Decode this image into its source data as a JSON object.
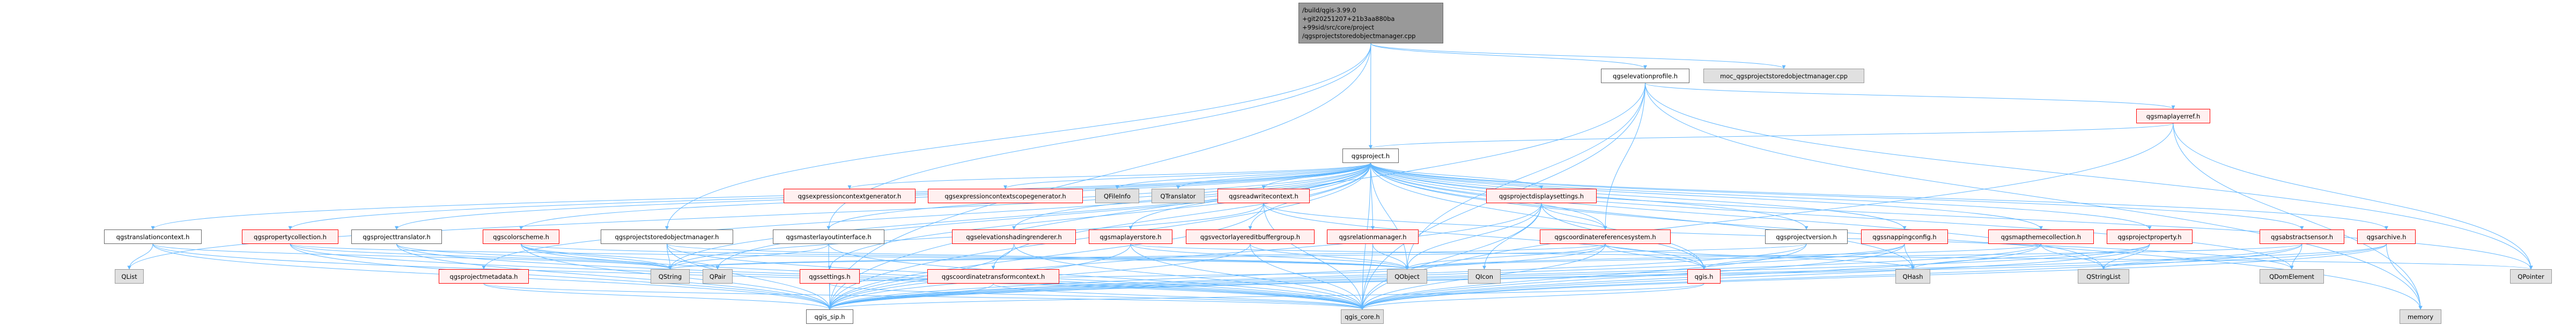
{
  "graph": {
    "edge_color": "#63b8ff",
    "nodes": [
      {
        "id": "main",
        "label": "/build/qgis-3.99.0\n+git20251207+21b3aa880ba\n+99sid/src/core/project\n/qgsprojectstoredobjectmanager.cpp",
        "kind": "main"
      },
      {
        "id": "elevprof",
        "label": "qgselevationprofile.h",
        "kind": "white"
      },
      {
        "id": "moc",
        "label": "moc_qgsprojectstoredobjectmanager.cpp",
        "kind": "gray"
      },
      {
        "id": "mlref",
        "label": "qgsmaplayerref.h",
        "kind": "red"
      },
      {
        "id": "project",
        "label": "qgsproject.h",
        "kind": "white"
      },
      {
        "id": "ecg",
        "label": "qgsexpressioncontextgenerator.h",
        "kind": "red"
      },
      {
        "id": "ecsg",
        "label": "qgsexpressioncontextscopegenerator.h",
        "kind": "red"
      },
      {
        "id": "qfileinfo",
        "label": "QFileInfo",
        "kind": "gray"
      },
      {
        "id": "qtranslator",
        "label": "QTranslator",
        "kind": "gray"
      },
      {
        "id": "rwctx",
        "label": "qgsreadwritecontext.h",
        "kind": "red"
      },
      {
        "id": "dispset",
        "label": "qgsprojectdisplaysettings.h",
        "kind": "red"
      },
      {
        "id": "transctx",
        "label": "qgstranslationcontext.h",
        "kind": "white"
      },
      {
        "id": "propcoll",
        "label": "qgspropertycollection.h",
        "kind": "red"
      },
      {
        "id": "projtrans",
        "label": "qgsprojecttranslator.h",
        "kind": "white"
      },
      {
        "id": "colorscheme",
        "label": "qgscolorscheme.h",
        "kind": "red"
      },
      {
        "id": "psom",
        "label": "qgsprojectstoredobjectmanager.h",
        "kind": "white"
      },
      {
        "id": "masterlayout",
        "label": "qgsmasterlayoutinterface.h",
        "kind": "white"
      },
      {
        "id": "elevshade",
        "label": "qgselevationshadingrenderer.h",
        "kind": "red"
      },
      {
        "id": "mlstore",
        "label": "qgsmaplayerstore.h",
        "kind": "red"
      },
      {
        "id": "vleb",
        "label": "qgsvectorlayereditbuffergroup.h",
        "kind": "red"
      },
      {
        "id": "relmgr",
        "label": "qgsrelationmanager.h",
        "kind": "red"
      },
      {
        "id": "crs",
        "label": "qgscoordinatereferencesystem.h",
        "kind": "red"
      },
      {
        "id": "projver",
        "label": "qgsprojectversion.h",
        "kind": "white"
      },
      {
        "id": "snapcfg",
        "label": "qgssnappingconfig.h",
        "kind": "red"
      },
      {
        "id": "mapthemes",
        "label": "qgsmapthemecollection.h",
        "kind": "red"
      },
      {
        "id": "projprop",
        "label": "qgsprojectproperty.h",
        "kind": "red"
      },
      {
        "id": "sensor",
        "label": "qgsabstractsensor.h",
        "kind": "red"
      },
      {
        "id": "archive",
        "label": "qgsarchive.h",
        "kind": "red"
      },
      {
        "id": "qlist",
        "label": "QList",
        "kind": "gray"
      },
      {
        "id": "projmeta",
        "label": "qgsprojectmetadata.h",
        "kind": "red"
      },
      {
        "id": "qstring",
        "label": "QString",
        "kind": "gray"
      },
      {
        "id": "qpair",
        "label": "QPair",
        "kind": "gray"
      },
      {
        "id": "settings",
        "label": "qgssettings.h",
        "kind": "red"
      },
      {
        "id": "ctc",
        "label": "qgscoordinatetransformcontext.h",
        "kind": "red"
      },
      {
        "id": "qobject",
        "label": "QObject",
        "kind": "gray"
      },
      {
        "id": "qicon",
        "label": "QIcon",
        "kind": "gray"
      },
      {
        "id": "qgis",
        "label": "qgis.h",
        "kind": "red"
      },
      {
        "id": "qhash",
        "label": "QHash",
        "kind": "gray"
      },
      {
        "id": "qstringlist",
        "label": "QStringList",
        "kind": "gray"
      },
      {
        "id": "qdomelement",
        "label": "QDomElement",
        "kind": "gray"
      },
      {
        "id": "qpointer",
        "label": "QPointer",
        "kind": "gray"
      },
      {
        "id": "sip",
        "label": "qgis_sip.h",
        "kind": "white"
      },
      {
        "id": "core",
        "label": "qgis_core.h",
        "kind": "gray"
      },
      {
        "id": "memory",
        "label": "memory",
        "kind": "gray"
      }
    ],
    "edges": [
      [
        "main",
        "project"
      ],
      [
        "main",
        "elevprof"
      ],
      [
        "main",
        "moc"
      ],
      [
        "main",
        "psom"
      ],
      [
        "main",
        "masterlayout"
      ],
      [
        "main",
        "sip"
      ],
      [
        "elevprof",
        "core"
      ],
      [
        "elevprof",
        "sip"
      ],
      [
        "elevprof",
        "mlref"
      ],
      [
        "elevprof",
        "qobject"
      ],
      [
        "elevprof",
        "crs"
      ],
      [
        "elevprof",
        "qpointer"
      ],
      [
        "elevprof",
        "memory"
      ],
      [
        "mlref",
        "project"
      ],
      [
        "mlref",
        "qpointer"
      ],
      [
        "mlref",
        "core"
      ],
      [
        "mlref",
        "memory"
      ],
      [
        "project",
        "ecg"
      ],
      [
        "project",
        "ecsg"
      ],
      [
        "project",
        "qfileinfo"
      ],
      [
        "project",
        "qtranslator"
      ],
      [
        "project",
        "rwctx"
      ],
      [
        "project",
        "dispset"
      ],
      [
        "project",
        "transctx"
      ],
      [
        "project",
        "propcoll"
      ],
      [
        "project",
        "projtrans"
      ],
      [
        "project",
        "colorscheme"
      ],
      [
        "project",
        "masterlayout"
      ],
      [
        "project",
        "elevshade"
      ],
      [
        "project",
        "mlstore"
      ],
      [
        "project",
        "vleb"
      ],
      [
        "project",
        "relmgr"
      ],
      [
        "project",
        "crs"
      ],
      [
        "project",
        "projver"
      ],
      [
        "project",
        "snapcfg"
      ],
      [
        "project",
        "mapthemes"
      ],
      [
        "project",
        "projprop"
      ],
      [
        "project",
        "sensor"
      ],
      [
        "project",
        "archive"
      ],
      [
        "project",
        "qlist"
      ],
      [
        "project",
        "projmeta"
      ],
      [
        "project",
        "settings"
      ],
      [
        "project",
        "ctc"
      ],
      [
        "project",
        "qobject"
      ],
      [
        "project",
        "qgis"
      ],
      [
        "project",
        "qhash"
      ],
      [
        "project",
        "qstringlist"
      ],
      [
        "project",
        "qdomelement"
      ],
      [
        "project",
        "qpointer"
      ],
      [
        "project",
        "memory"
      ],
      [
        "project",
        "core"
      ],
      [
        "project",
        "sip"
      ],
      [
        "project",
        "qpair"
      ],
      [
        "project",
        "qstring"
      ],
      [
        "transctx",
        "qlist"
      ],
      [
        "transctx",
        "qstring"
      ],
      [
        "transctx",
        "core"
      ],
      [
        "transctx",
        "sip"
      ],
      [
        "propcoll",
        "qstring"
      ],
      [
        "propcoll",
        "core"
      ],
      [
        "propcoll",
        "sip"
      ],
      [
        "propcoll",
        "qobject"
      ],
      [
        "projtrans",
        "qstring"
      ],
      [
        "projtrans",
        "core"
      ],
      [
        "projtrans",
        "sip"
      ],
      [
        "colorscheme",
        "qstring"
      ],
      [
        "colorscheme",
        "qpair"
      ],
      [
        "colorscheme",
        "core"
      ],
      [
        "colorscheme",
        "sip"
      ],
      [
        "colorscheme",
        "qobject"
      ],
      [
        "psom",
        "qstring"
      ],
      [
        "psom",
        "core"
      ],
      [
        "psom",
        "sip"
      ],
      [
        "psom",
        "qobject"
      ],
      [
        "masterlayout",
        "qstring"
      ],
      [
        "masterlayout",
        "core"
      ],
      [
        "masterlayout",
        "sip"
      ],
      [
        "projmeta",
        "core"
      ],
      [
        "projmeta",
        "sip"
      ],
      [
        "settings",
        "sip"
      ],
      [
        "settings",
        "core"
      ],
      [
        "settings",
        "qobject"
      ],
      [
        "ctc",
        "core"
      ],
      [
        "ctc",
        "sip"
      ],
      [
        "elevshade",
        "core"
      ],
      [
        "elevshade",
        "sip"
      ],
      [
        "mlstore",
        "qobject"
      ],
      [
        "mlstore",
        "core"
      ],
      [
        "mlstore",
        "sip"
      ],
      [
        "mlstore",
        "qpointer"
      ],
      [
        "vleb",
        "qobject"
      ],
      [
        "vleb",
        "core"
      ],
      [
        "vleb",
        "sip"
      ],
      [
        "relmgr",
        "qobject"
      ],
      [
        "relmgr",
        "core"
      ],
      [
        "crs",
        "qgis"
      ],
      [
        "crs",
        "qobject"
      ],
      [
        "crs",
        "core"
      ],
      [
        "crs",
        "sip"
      ],
      [
        "crs",
        "qstring"
      ],
      [
        "crs",
        "qhash"
      ],
      [
        "dispset",
        "crs"
      ],
      [
        "dispset",
        "qobject"
      ],
      [
        "dispset",
        "core"
      ],
      [
        "dispset",
        "sip"
      ],
      [
        "dispset",
        "qgis"
      ],
      [
        "dispset",
        "qicon"
      ],
      [
        "rwctx",
        "qgis"
      ],
      [
        "rwctx",
        "core"
      ],
      [
        "rwctx",
        "sip"
      ],
      [
        "rwctx",
        "qstring"
      ],
      [
        "rwctx",
        "qdomelement"
      ],
      [
        "projver",
        "sip"
      ],
      [
        "projver",
        "core"
      ],
      [
        "projver",
        "qstring"
      ],
      [
        "snapcfg",
        "qhash"
      ],
      [
        "snapcfg",
        "core"
      ],
      [
        "snapcfg",
        "sip"
      ],
      [
        "snapcfg",
        "qgis"
      ],
      [
        "mapthemes",
        "qstringlist"
      ],
      [
        "mapthemes",
        "core"
      ],
      [
        "mapthemes",
        "sip"
      ],
      [
        "mapthemes",
        "qobject"
      ],
      [
        "projprop",
        "qstringlist"
      ],
      [
        "projprop",
        "qhash"
      ],
      [
        "projprop",
        "core"
      ],
      [
        "projprop",
        "sip"
      ],
      [
        "sensor",
        "qdomelement"
      ],
      [
        "sensor",
        "qobject"
      ],
      [
        "sensor",
        "core"
      ],
      [
        "sensor",
        "sip"
      ],
      [
        "archive",
        "memory"
      ],
      [
        "archive",
        "qstringlist"
      ],
      [
        "archive",
        "core"
      ],
      [
        "archive",
        "sip"
      ],
      [
        "qgis",
        "sip"
      ],
      [
        "qgis",
        "core"
      ]
    ]
  }
}
